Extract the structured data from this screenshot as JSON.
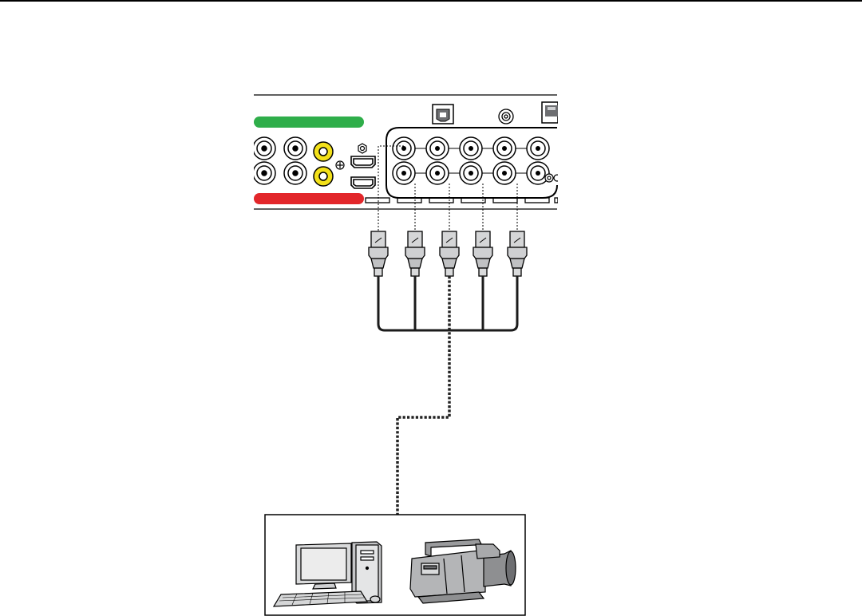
{
  "figure": {
    "description_visible_text": "",
    "panel": {
      "strip_colors": {
        "top": "#2fae4a",
        "bottom": "#e2262a"
      },
      "connector_rows": 2,
      "bnc_columns_right_group": 5
    },
    "cables": {
      "bnc_plugs": 5,
      "style": "solid-black",
      "link_style": "dotted"
    },
    "devices": [
      {
        "name": "computer-icon"
      },
      {
        "name": "video-camera-icon"
      }
    ]
  }
}
